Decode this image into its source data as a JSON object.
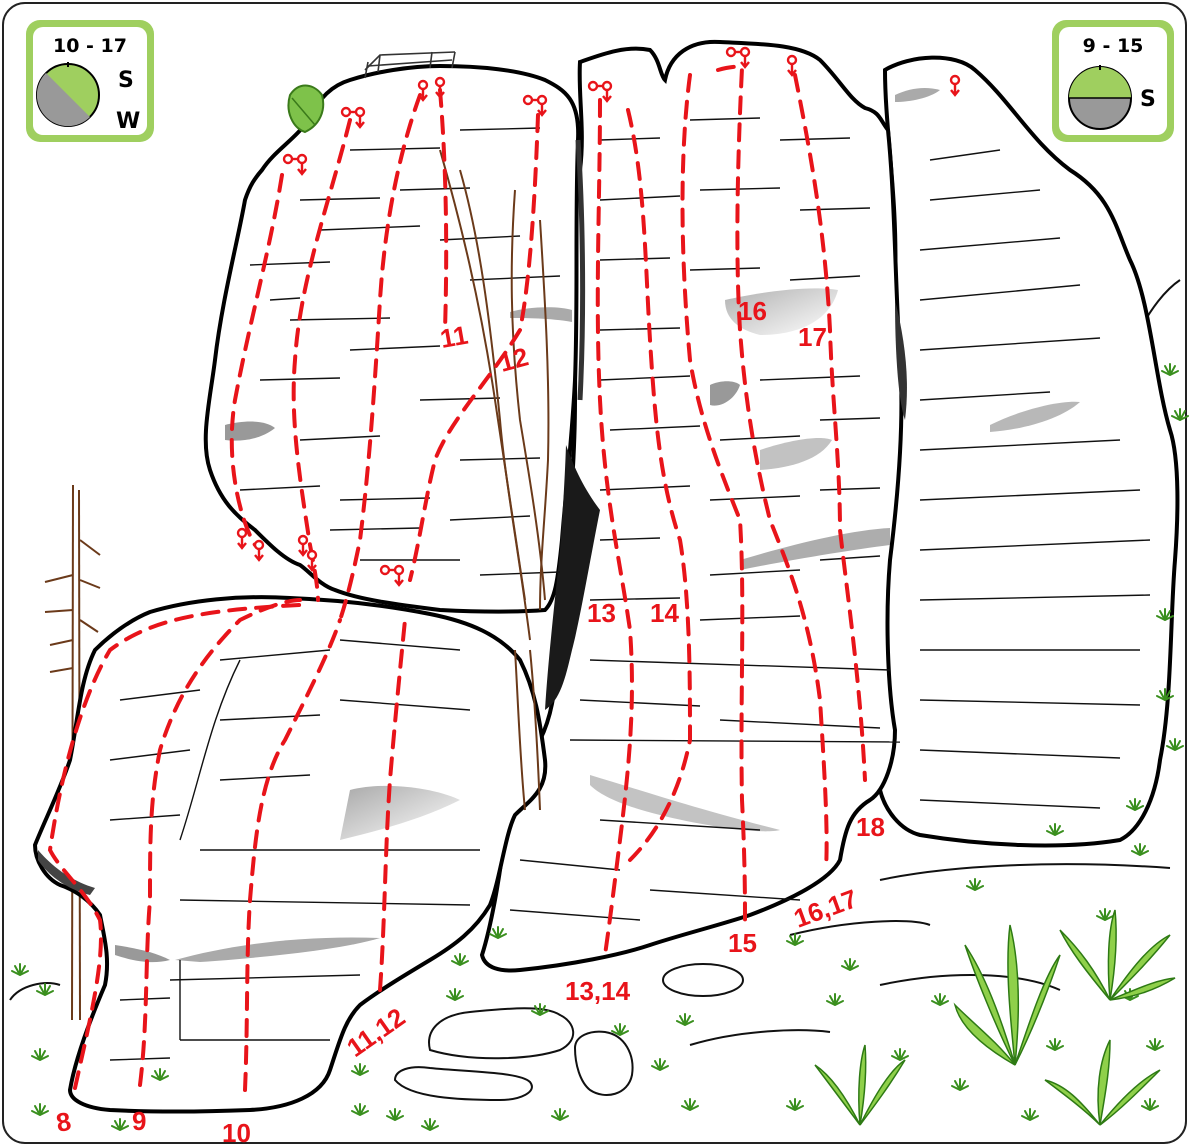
{
  "badges": {
    "left": {
      "hours": "10 - 17",
      "dir1": "S",
      "dir2": "W"
    },
    "right": {
      "hours": "9 - 15",
      "dir1": "S"
    }
  },
  "colors": {
    "route": "#e8141a",
    "badge_green": "#9fcf5f",
    "shade": "#9a9a9a",
    "plant": "#3a8f1e"
  },
  "routes": {
    "r8": "8",
    "r9": "9",
    "r10": "10",
    "r1112": "11,12",
    "r11": "11",
    "r12": "12",
    "r13": "13",
    "r14": "14",
    "r1314": "13,14",
    "r15": "15",
    "r16": "16",
    "r17": "17",
    "r1617": "16,17",
    "r18": "18"
  }
}
